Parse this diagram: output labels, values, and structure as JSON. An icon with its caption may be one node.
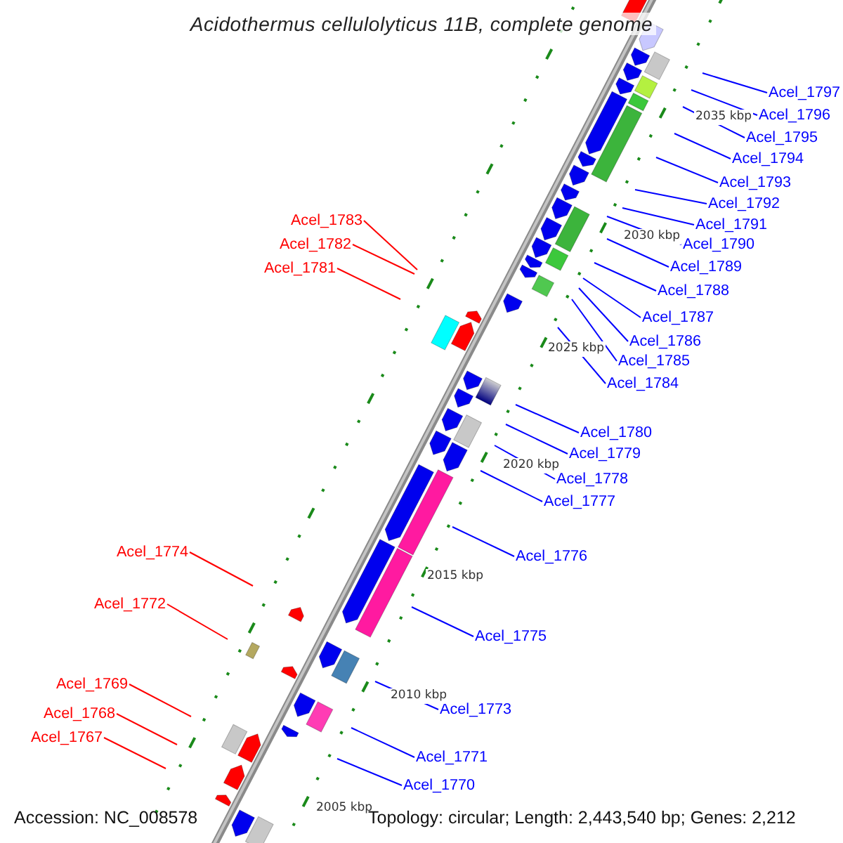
{
  "diagram": {
    "title": "Acidothermus cellulolyticus 11B, complete genome",
    "nodes": [
      {
        "text": [
          "Acel_1797"
        ]
      },
      {
        "text": [
          "Acel_1796"
        ]
      },
      {
        "text": [
          "Acel_1795"
        ]
      },
      {
        "text": [
          "Acel_1794"
        ]
      },
      {
        "text": [
          "Acel_1793"
        ]
      },
      {
        "text": [
          "Acel_1792"
        ]
      },
      {
        "text": [
          "Acel_1791"
        ]
      },
      {
        "text": [
          "Acel_1790"
        ]
      },
      {
        "text": [
          "Acel_1789"
        ]
      },
      {
        "text": [
          "Acel_1788"
        ]
      },
      {
        "text": [
          "Acel_1787"
        ]
      },
      {
        "text": [
          "Acel_1786"
        ]
      },
      {
        "text": [
          "Acel_1785"
        ]
      },
      {
        "text": [
          "Acel_1784"
        ]
      },
      {
        "text": [
          "Acel_1780"
        ]
      },
      {
        "text": [
          "Acel_1779"
        ]
      },
      {
        "text": [
          "Acel_1778"
        ]
      },
      {
        "text": [
          "Acel_1777"
        ]
      },
      {
        "text": [
          "Acel_1776"
        ]
      },
      {
        "text": [
          "Acel_1775"
        ]
      },
      {
        "text": [
          "Acel_1773"
        ]
      },
      {
        "text": [
          "Acel_1771"
        ]
      },
      {
        "text": [
          "Acel_1770"
        ]
      },
      {
        "text": [
          "Acel_1783"
        ]
      },
      {
        "text": [
          "Acel_1782"
        ]
      },
      {
        "text": [
          "Acel_1781"
        ]
      },
      {
        "text": [
          "Acel_1774"
        ]
      },
      {
        "text": [
          "Acel_1772"
        ]
      },
      {
        "text": [
          "Acel_1769"
        ]
      },
      {
        "text": [
          "Acel_1768"
        ]
      },
      {
        "text": [
          "Acel_1767"
        ]
      }
    ],
    "edges": [
      {
        "from": 0,
        "to": null,
        "arrow": "none"
      },
      {
        "from": 1,
        "to": null,
        "arrow": "none"
      },
      {
        "from": 2,
        "to": null,
        "arrow": "none"
      },
      {
        "from": 3,
        "to": null,
        "arrow": "none"
      },
      {
        "from": 4,
        "to": null,
        "arrow": "none"
      },
      {
        "from": 5,
        "to": null,
        "arrow": "none"
      },
      {
        "from": 6,
        "to": null,
        "arrow": "none"
      },
      {
        "from": 7,
        "to": null,
        "arrow": "none"
      },
      {
        "from": 8,
        "to": null,
        "arrow": "none"
      },
      {
        "from": 9,
        "to": null,
        "arrow": "none"
      },
      {
        "from": 10,
        "to": null,
        "arrow": "none"
      },
      {
        "from": 11,
        "to": null,
        "arrow": "none"
      },
      {
        "from": 12,
        "to": null,
        "arrow": "none"
      },
      {
        "from": 13,
        "to": null,
        "arrow": "none"
      },
      {
        "from": 14,
        "to": null,
        "arrow": "none"
      },
      {
        "from": 15,
        "to": null,
        "arrow": "none"
      },
      {
        "from": 16,
        "to": null,
        "arrow": "none"
      },
      {
        "from": 17,
        "to": null,
        "arrow": "none"
      },
      {
        "from": 18,
        "to": null,
        "arrow": "none"
      },
      {
        "from": 19,
        "to": null,
        "arrow": "none"
      },
      {
        "from": 20,
        "to": null,
        "arrow": "none"
      },
      {
        "from": 21,
        "to": null,
        "arrow": "none"
      },
      {
        "from": 22,
        "to": null,
        "arrow": "none"
      },
      {
        "from": 23,
        "to": null,
        "arrow": "none",
        "color": "#ff0000"
      },
      {
        "from": 24,
        "to": null,
        "arrow": "none",
        "color": "#ff0000"
      },
      {
        "from": 25,
        "to": null,
        "arrow": "none",
        "color": "#ff0000"
      },
      {
        "from": 26,
        "to": null,
        "arrow": "none",
        "color": "#ff0000"
      },
      {
        "from": 27,
        "to": null,
        "arrow": "none",
        "color": "#ff0000"
      },
      {
        "from": 28,
        "to": null,
        "arrow": "none",
        "color": "#ff0000"
      },
      {
        "from": 29,
        "to": null,
        "arrow": "none",
        "color": "#ff0000"
      },
      {
        "from": 30,
        "to": null,
        "arrow": "none",
        "color": "#ff0000"
      }
    ],
    "labels": [
      "2035 kbp",
      "2030 kbp",
      "2025 kbp",
      "2020 kbp",
      "2015 kbp",
      "2010 kbp",
      "2005 kbp",
      "Accession: NC_008578",
      "Topology: circular; Length: 2,443,540 bp; Genes: 2,212"
    ]
  }
}
